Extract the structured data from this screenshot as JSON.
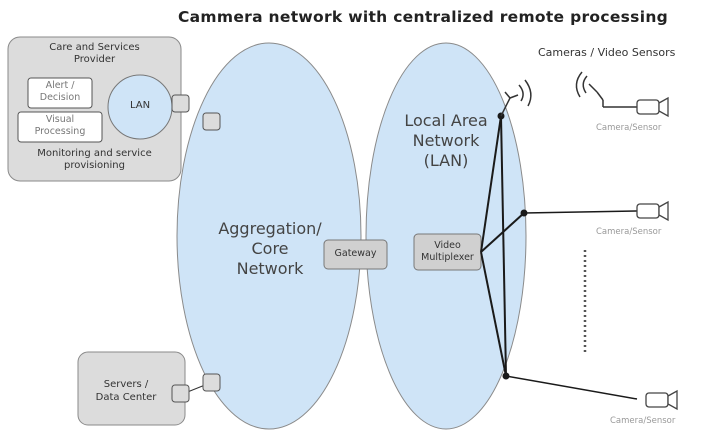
{
  "title": "Cammera network with centralized remote processing",
  "provider": {
    "title_line1": "Care and Services",
    "title_line2": "Provider",
    "alert_line1": "Alert /",
    "alert_line2": "Decision",
    "visual_line1": "Visual",
    "visual_line2": "Processing",
    "lan": "LAN",
    "footer_line1": "Monitoring and service",
    "footer_line2": "provisioning"
  },
  "core": {
    "line1": "Aggregation/",
    "line2": "Core",
    "line3": "Network"
  },
  "lan_network": {
    "line1": "Local Area",
    "line2": "Network",
    "line3": "(LAN)"
  },
  "gateway": "Gateway",
  "video_mux": {
    "line1": "Video",
    "line2": "Multiplexer"
  },
  "servers": {
    "line1": "Servers /",
    "line2": "Data Center"
  },
  "cameras_header": "Cameras / Video Sensors",
  "camera_labels": [
    "Camera/Sensor",
    "Camera/Sensor",
    "Camera/Sensor"
  ],
  "colors": {
    "ellipse_fill": "#cfe4f7",
    "box_fill": "#dcdcdc",
    "line": "#1a1a1a"
  }
}
